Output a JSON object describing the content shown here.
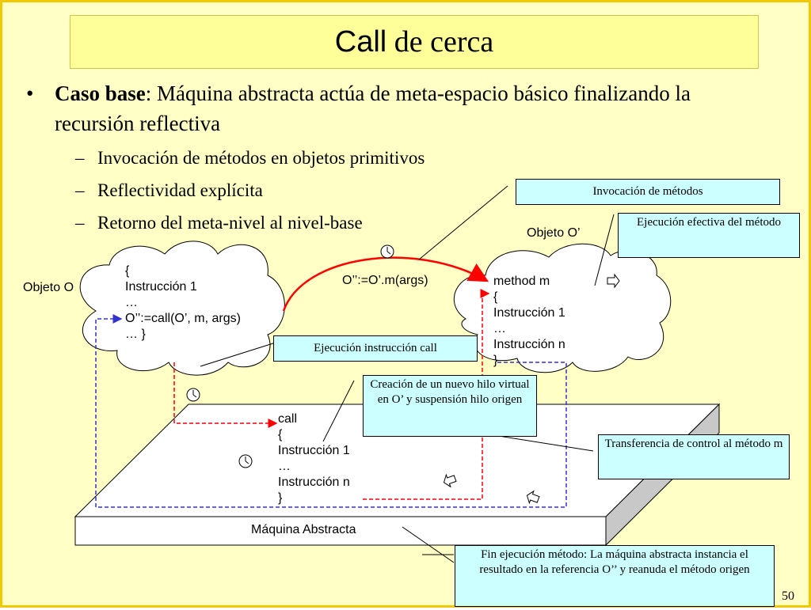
{
  "title": {
    "part1": "Call",
    "part2": " de cerca"
  },
  "bullet": {
    "marker": "•",
    "bold": "Caso base",
    "text": ": Máquina abstracta actúa de meta-espacio básico finalizando la recursión reflectiva"
  },
  "subbullets": [
    {
      "marker": "–",
      "text": "Invocación de métodos en objetos primitivos"
    },
    {
      "marker": "–",
      "text": "Reflectividad explícita"
    },
    {
      "marker": "–",
      "text": "Retorno del meta-nivel al nivel-base"
    }
  ],
  "callouts": {
    "invocacion": "Invocación de métodos",
    "ejecucion_efectiva": "Ejecución efectiva del método",
    "ejecucion_call": "Ejecución instrucción call",
    "creacion_hilo": "Creación de un nuevo hilo virtual en O’ y suspensión hilo origen",
    "transferencia": "Transferencia de control al método m",
    "fin_ejecucion": "Fin ejecución método: La máquina abstracta instancia el resultado en la referencia O’’ y reanuda el método origen"
  },
  "labels": {
    "objeto_o": "Objeto O",
    "objeto_o2": "Objeto O’",
    "maquina": "Máquina Abstracta",
    "assign": "O’’:=O’.m(args)"
  },
  "code_o": [
    "{",
    "Instrucción 1",
    "…",
    "O’’:=call(O’, m, args)",
    "… }"
  ],
  "code_m": [
    "method m",
    "{",
    "Instrucción 1",
    "…",
    "Instrucción n",
    "}"
  ],
  "code_call": [
    "call",
    "{",
    "Instrucción 1",
    "…",
    "Instrucción n",
    "}"
  ],
  "page_number": "50",
  "colors": {
    "background": "#ffffc6",
    "border": "#f2c900",
    "title_bg": "#ffff99",
    "callout_bg": "#ccffff",
    "red": "#ff0000",
    "blue": "#3333cc"
  },
  "icons": [
    "clock-icon",
    "clock-icon",
    "clock-icon",
    "hand-pointer-icon",
    "hand-pointer-icon",
    "hand-pointer-icon"
  ]
}
